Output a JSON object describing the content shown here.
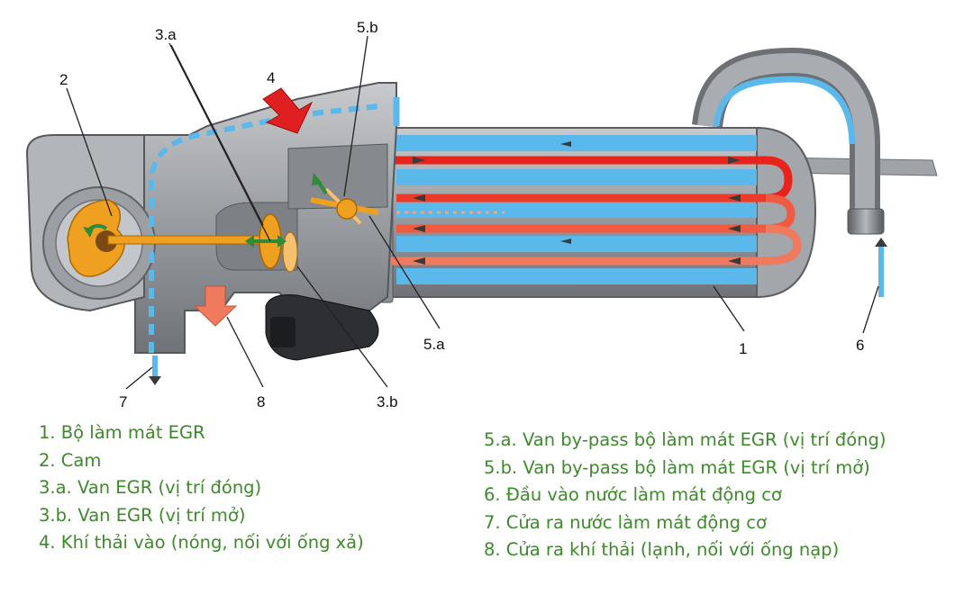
{
  "callouts": {
    "c1": "1",
    "c2": "2",
    "c3a": "3.a",
    "c3b": "3.b",
    "c4": "4",
    "c5a": "5.a",
    "c5b": "5.b",
    "c6": "6",
    "c7": "7",
    "c8": "8"
  },
  "legend": {
    "left": [
      "1. Bộ làm mát EGR",
      "2. Cam",
      "3.a. Van EGR (vị trí đóng)",
      "3.b. Van EGR (vị trí mở)",
      "4. Khí thải vào (nóng, nối với ống xả)"
    ],
    "right": [
      "5.a. Van by-pass bộ làm mát EGR (vị trí đóng)",
      "5.b. Van by-pass bộ làm mát EGR (vị trí mở)",
      "6. Đầu vào nước làm mát động cơ",
      "7. Cửa ra nước làm mát động cơ",
      "8. Cửa ra khí thải (lạnh, nối với ống nạp)"
    ]
  },
  "colors": {
    "legend_text": "#3d8a2a",
    "hot_gas": "#e8231c",
    "cooled_gas": "#f07a5e",
    "coolant": "#5ab8ea",
    "valve": "#f0a020",
    "housing": "#8e9196"
  }
}
